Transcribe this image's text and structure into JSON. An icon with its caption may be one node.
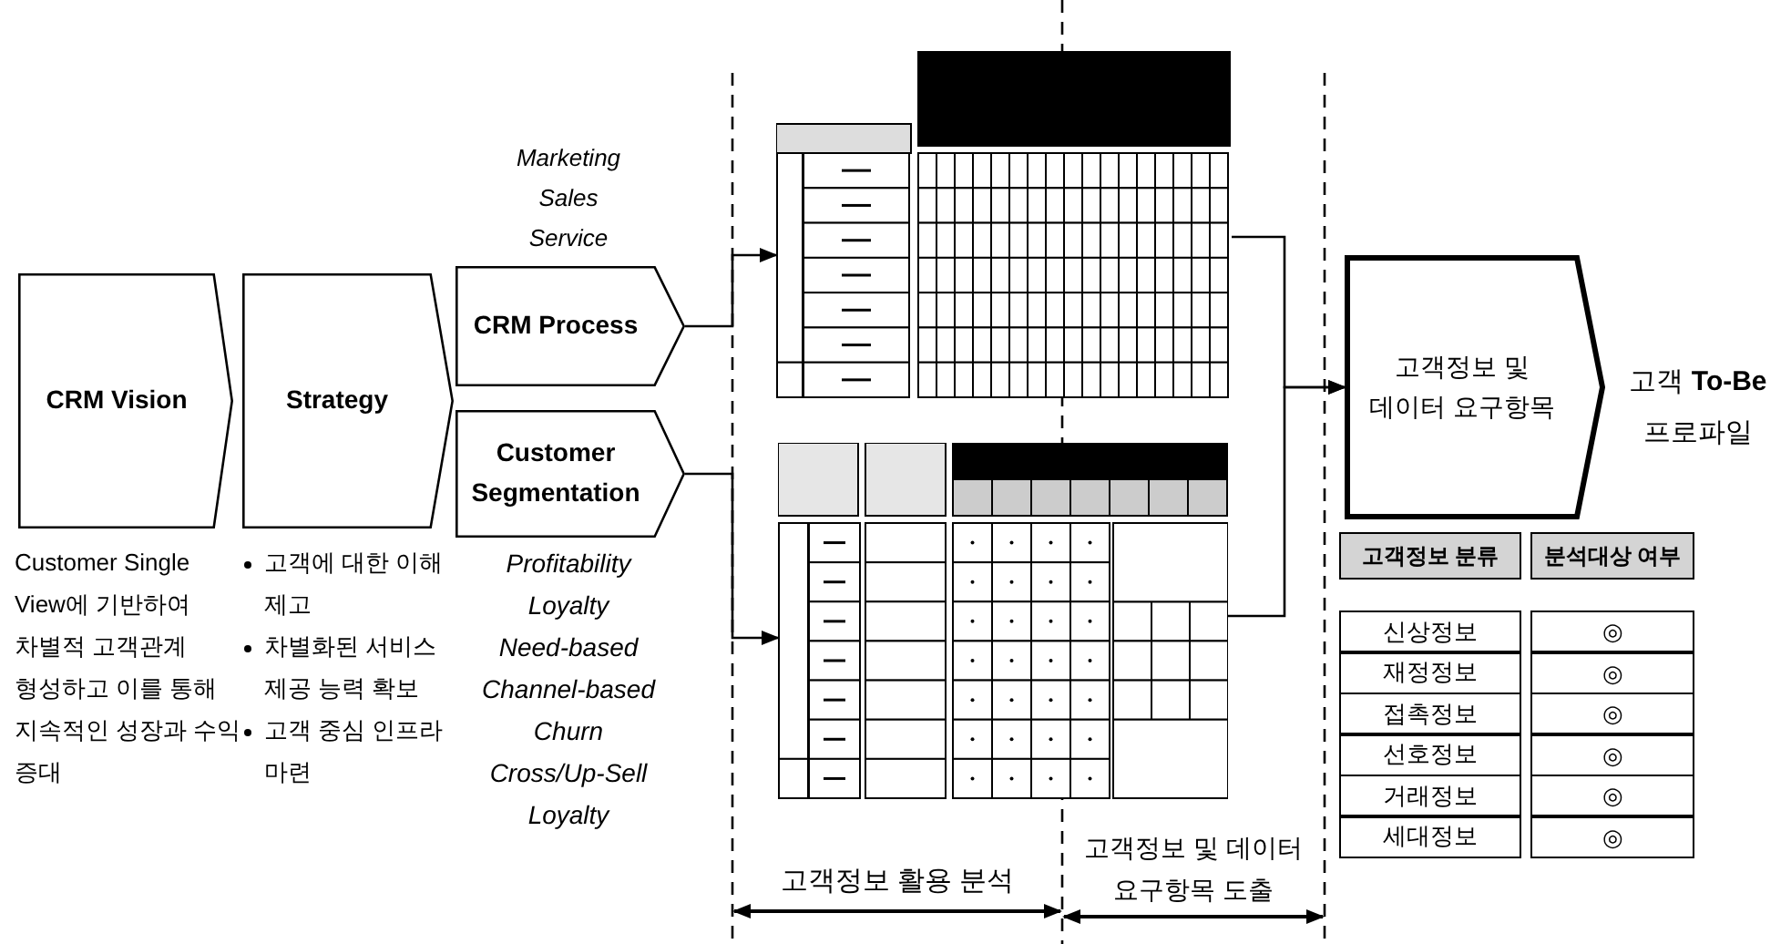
{
  "diagram": {
    "nodes": [
      {
        "text": [
          "CRM Vision"
        ],
        "beside": [
          "Customer Single View에 기반하여 차별적 고객관계 형성하고 이를 통해 지속적인 성장과 수익 증대"
        ]
      },
      {
        "text": [
          "Strategy"
        ],
        "beside": [
          "고객에 대한 이해 제고",
          "차별화된 서비스 제공 능력 확보",
          "고객 중심 인프라 마련"
        ]
      },
      {
        "text": [
          "CRM Process"
        ],
        "beside": [
          "Marketing",
          "Sales",
          "Service"
        ]
      },
      {
        "text": [
          "Customer Segmentation"
        ],
        "beside": [
          "Profitability",
          "Loyalty",
          "Need-based",
          "Channel-based",
          "Churn",
          "Cross/Up-Sell",
          "Loyalty"
        ]
      },
      {
        "text": [],
        "shape": "picture"
      },
      {
        "text": [],
        "shape": "picture"
      },
      {
        "text": [
          "고객정보 및 데이터 요구항목"
        ],
        "beside": [
          "고객 **To-Be** 프로파일"
        ]
      }
    ],
    "edges": [
      {
        "from": 2,
        "to": 4,
        "arrow": "to"
      },
      {
        "from": 3,
        "to": 5,
        "arrow": "to"
      },
      {
        "from": 4,
        "to": 6,
        "arrow": "to"
      },
      {
        "from": 5,
        "to": 6,
        "arrow": "to"
      }
    ],
    "labels": [
      "고객정보 분류",
      "분석대상 여부",
      "신상정보",
      "◎",
      "재정정보",
      "◎",
      "접촉정보",
      "◎",
      "선호정보",
      "◎",
      "거래정보",
      "◎",
      "세대정보",
      "◎",
      "고객정보 활용 분석",
      "고객정보 및 데이터 요구항목 도출"
    ]
  }
}
